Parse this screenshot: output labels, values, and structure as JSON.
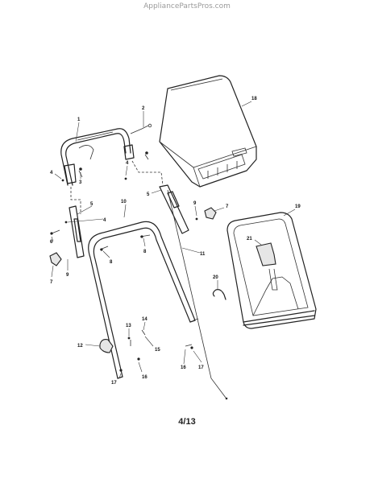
{
  "watermark": "AppliancePartsPros.com",
  "page_number": "4/13",
  "callouts": [
    {
      "id": "c1",
      "text": "1"
    },
    {
      "id": "c2",
      "text": "2"
    },
    {
      "id": "c3",
      "text": "3"
    },
    {
      "id": "c4a",
      "text": "4"
    },
    {
      "id": "c4b",
      "text": "4"
    },
    {
      "id": "c4c",
      "text": "4"
    },
    {
      "id": "c5a",
      "text": "5"
    },
    {
      "id": "c5b",
      "text": "5"
    },
    {
      "id": "c6",
      "text": "6"
    },
    {
      "id": "c7a",
      "text": "7"
    },
    {
      "id": "c7b",
      "text": "7"
    },
    {
      "id": "c8a",
      "text": "8"
    },
    {
      "id": "c8b",
      "text": "8"
    },
    {
      "id": "c9a",
      "text": "9"
    },
    {
      "id": "c9b",
      "text": "9"
    },
    {
      "id": "c10",
      "text": "10"
    },
    {
      "id": "c11",
      "text": "11"
    },
    {
      "id": "c12",
      "text": "12"
    },
    {
      "id": "c13",
      "text": "13"
    },
    {
      "id": "c14",
      "text": "14"
    },
    {
      "id": "c15",
      "text": "15"
    },
    {
      "id": "c16a",
      "text": "16"
    },
    {
      "id": "c16b",
      "text": "16"
    },
    {
      "id": "c17a",
      "text": "17"
    },
    {
      "id": "c17b",
      "text": "17"
    },
    {
      "id": "c18",
      "text": "18"
    },
    {
      "id": "c19",
      "text": "19"
    },
    {
      "id": "c20",
      "text": "20"
    },
    {
      "id": "c21",
      "text": "21"
    }
  ]
}
